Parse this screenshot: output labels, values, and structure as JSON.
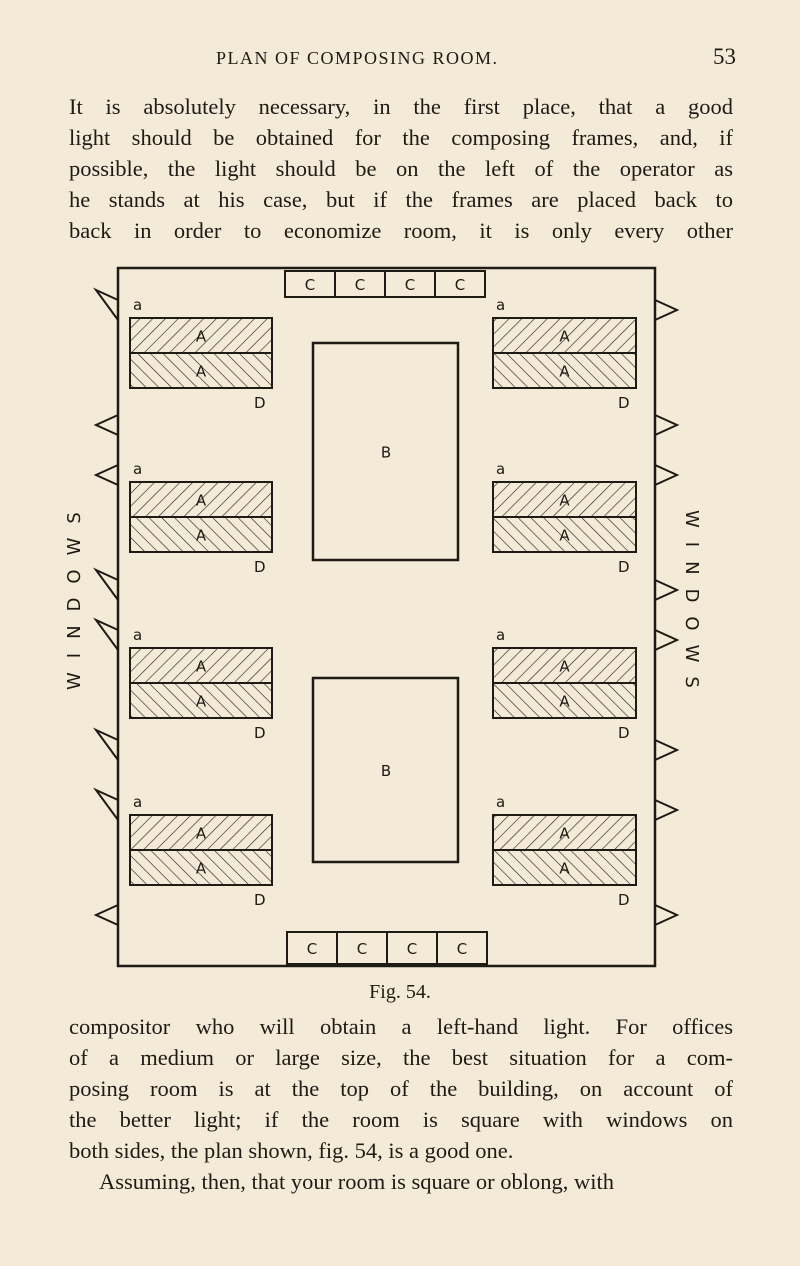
{
  "header": {
    "running_title": "PLAN OF COMPOSING ROOM.",
    "page_number": "53"
  },
  "paragraph1": [
    "It is absolutely necessary, in the first place, that a good",
    "light should be obtained for the composing frames, and, if",
    "possible, the light should be on the left of the operator as",
    "he stands at his case, but if the frames are placed back to",
    "back in order to economize room, it is only every other"
  ],
  "figure": {
    "caption": "Fig. 54.",
    "windows_label": "WINDOWS",
    "frame_labels": {
      "corner": "a",
      "case": "A",
      "end": "D"
    },
    "table_label": "B",
    "cabinet_label": "C"
  },
  "paragraph2": [
    "compositor who will obtain a left-hand light. For offices",
    "of a medium or large size, the best situation for a com-",
    "posing room is at the top of the building, on account of",
    "the better light; if the room is square with windows on",
    "both sides, the plan shown, fig. 54, is a good one."
  ],
  "paragraph3": [
    "Assuming, then, that your room is square or oblong, with"
  ],
  "colors": {
    "paper": "#f3ead8",
    "ink": "#1e1a14"
  }
}
